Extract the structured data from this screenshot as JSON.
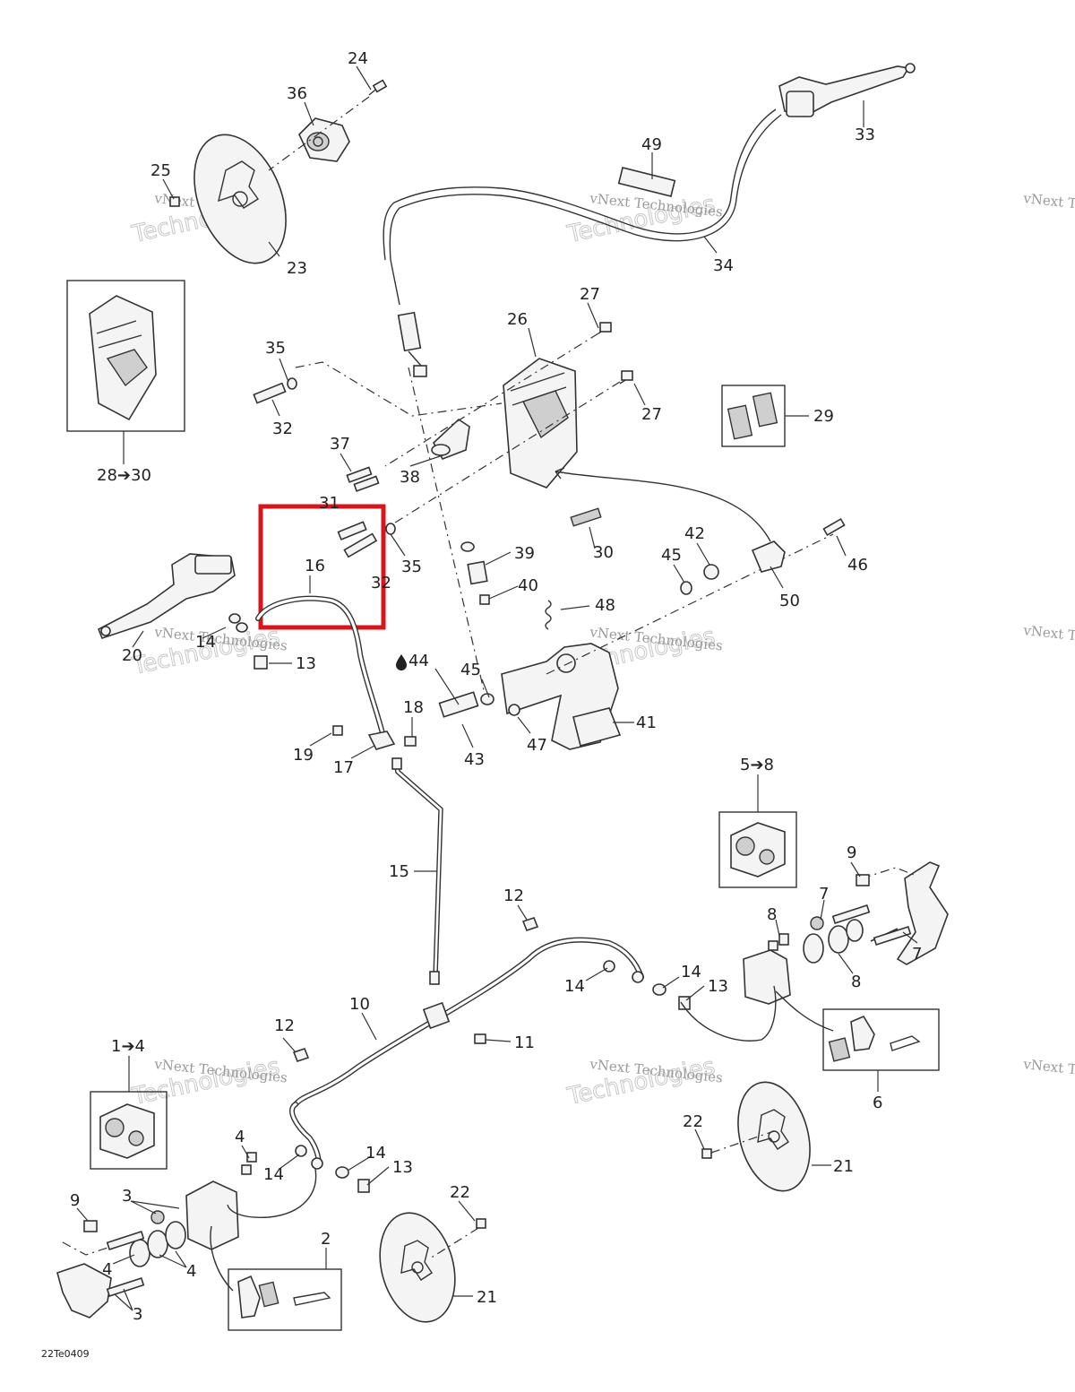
{
  "diagram": {
    "figure_code": "22Te0409",
    "watermark_text": "vNext Technologies",
    "watermark_big": "Technologies",
    "watermark_partial": "vNext Te",
    "highlight_color": "#d9141a",
    "callouts": {
      "c24": "24",
      "c36": "36",
      "c25": "25",
      "c23": "23",
      "c33": "33",
      "c49": "49",
      "c34": "34",
      "c28_30": "28➔30",
      "c27a": "27",
      "c26": "26",
      "c35a": "35",
      "c32a": "32",
      "c27b": "27",
      "c29": "29",
      "c37": "37",
      "c38": "38",
      "c31": "31",
      "c16": "16",
      "c32b": "32",
      "c35b": "35",
      "c39": "39",
      "c30": "30",
      "c42": "42",
      "c45a": "45",
      "c46": "46",
      "c40": "40",
      "c50": "50",
      "c48": "48",
      "c20": "20",
      "c14a": "14",
      "c13a": "13",
      "c44": "44",
      "c45b": "45",
      "c18": "18",
      "c41": "41",
      "c19": "19",
      "c17": "17",
      "c43": "43",
      "c47": "47",
      "c5_8": "5➔8",
      "c9a": "9",
      "c15": "15",
      "c7a": "7",
      "c8a": "8",
      "c12a": "12",
      "c7b": "7",
      "c14b": "14",
      "c14c": "14",
      "c13b": "13",
      "c8b": "8",
      "c10": "10",
      "c11": "11",
      "c12b": "12",
      "c1_4": "1➔4",
      "c6": "6",
      "c22a": "22",
      "c21a": "21",
      "c4a": "4",
      "c14d": "14",
      "c13c": "13",
      "c14e": "14",
      "c9b": "9",
      "c3a": "3",
      "c22b": "22",
      "c2": "2",
      "c4b": "4",
      "c4c": "4",
      "c21b": "21",
      "c3b": "3"
    }
  }
}
